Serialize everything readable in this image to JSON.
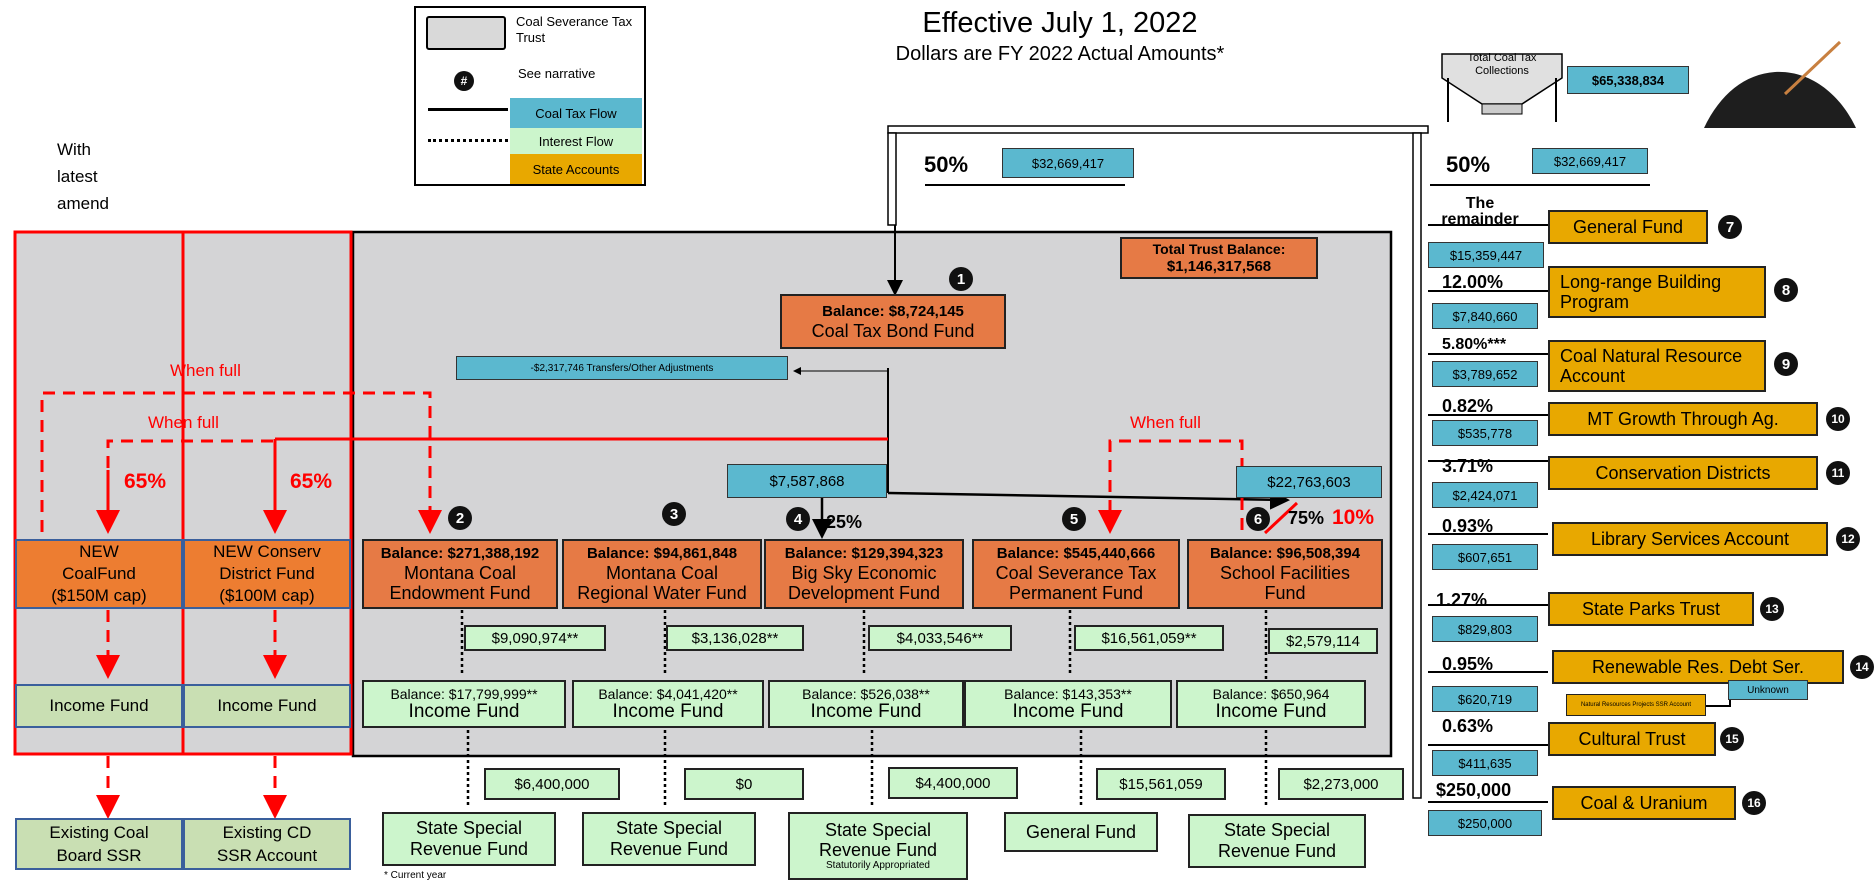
{
  "note": {
    "line1": "With",
    "line2": "latest",
    "line3": "amend"
  },
  "title": {
    "main": "Effective July 1, 2022",
    "sub": "Dollars are FY 2022 Actual Amounts*"
  },
  "legend": {
    "trust": "Coal Severance Tax Trust",
    "see": "See narrative",
    "flow": "Coal Tax Flow",
    "interest": "Interest  Flow",
    "accounts": "State Accounts"
  },
  "collections": {
    "label": "Total Coal Tax Collections",
    "amount": "$65,338,834"
  },
  "left_split": {
    "pct": "50%",
    "amount": "$32,669,417"
  },
  "right_split": {
    "pct": "50%",
    "amount": "$32,669,417"
  },
  "total_trust": {
    "label": "Total Trust Balance:",
    "amount": "$1,146,317,568"
  },
  "bond_fund": {
    "balance": "Balance: $8,724,145",
    "name": "Coal Tax Bond Fund",
    "num": "1"
  },
  "transfers": "-$2,317,746 Transfers/Other Adjustments",
  "when_full": "When full",
  "pct65": "65%",
  "flow_left": "$7,587,868",
  "flow_right": "$22,763,603",
  "pct25": "25%",
  "pct75": "75%",
  "pct10": "10%",
  "new_funds": [
    {
      "l1": "NEW",
      "l2": "CoalFund",
      "l3": "($150M cap)"
    },
    {
      "l1": "NEW Conserv",
      "l2": "District Fund",
      "l3": "($100M cap)"
    }
  ],
  "new_income": [
    "Income Fund",
    "Income Fund"
  ],
  "existing": [
    {
      "l1": "Existing Coal",
      "l2": "Board SSR"
    },
    {
      "l1": "Existing CD",
      "l2": "SSR Account"
    }
  ],
  "trust_funds": [
    {
      "num": "2",
      "balance": "Balance: $271,388,192",
      "l1": "Montana Coal",
      "l2": "Endowment Fund",
      "interest": "$9,090,974**",
      "income_balance": "Balance: $17,799,999**",
      "income": "Income Fund",
      "dist": "$6,400,000",
      "dest1": "State Special",
      "dest2": "Revenue Fund",
      "dest3": ""
    },
    {
      "num": "3",
      "balance": "Balance: $94,861,848",
      "l1": "Montana Coal",
      "l2": "Regional Water Fund",
      "interest": "$3,136,028**",
      "income_balance": "Balance: $4,041,420**",
      "income": "Income Fund",
      "dist": "$0",
      "dest1": "State Special",
      "dest2": "Revenue Fund",
      "dest3": ""
    },
    {
      "num": "4",
      "balance": "Balance: $129,394,323",
      "l1": "Big Sky Economic",
      "l2": "Development Fund",
      "interest": "$4,033,546**",
      "income_balance": "Balance: $526,038**",
      "income": "Income Fund",
      "dist": "$4,400,000",
      "dest1": "State Special",
      "dest2": "Revenue Fund",
      "dest3": "Statutorily Appropriated"
    },
    {
      "num": "5",
      "balance": "Balance: $545,440,666",
      "l1": "Coal Severance Tax",
      "l2": "Permanent Fund",
      "interest": "$16,561,059**",
      "income_balance": "Balance: $143,353**",
      "income": "Income Fund",
      "dist": "$15,561,059",
      "dest1": "General Fund",
      "dest2": "",
      "dest3": ""
    },
    {
      "num": "6",
      "balance": "Balance: $96,508,394",
      "l1": "School Facilities",
      "l2": "Fund",
      "interest": "$2,579,114",
      "income_balance": "Balance: $650,964",
      "income": "Income Fund",
      "dist": "$2,273,000",
      "dest1": "State Special",
      "dest2": "Revenue Fund",
      "dest3": ""
    }
  ],
  "accounts": [
    {
      "pct": "The remainder",
      "name": "General Fund",
      "amount": "$15,359,447",
      "num": "7"
    },
    {
      "pct": "12.00%",
      "name": "Long-range Building Program",
      "amount": "$7,840,660",
      "num": "8"
    },
    {
      "pct": "5.80%***",
      "name": "Coal Natural Resource Account",
      "amount": "$3,789,652",
      "num": "9"
    },
    {
      "pct": "0.82%",
      "name": "MT Growth Through Ag.",
      "amount": "$535,778",
      "num": "10"
    },
    {
      "pct": "3.71%",
      "name": "Conservation Districts",
      "amount": "$2,424,071",
      "num": "11"
    },
    {
      "pct": "0.93%",
      "name": "Library Services Account",
      "amount": "$607,651",
      "num": "12"
    },
    {
      "pct": "1.27%",
      "name": "State Parks Trust",
      "amount": "$829,803",
      "num": "13"
    },
    {
      "pct": "0.95%",
      "name": "Renewable Res. Debt Ser.",
      "amount": "$620,719",
      "num": "14"
    },
    {
      "pct": "0.63%",
      "name": "Cultural Trust",
      "amount": "$411,635",
      "num": "15"
    },
    {
      "pct": "$250,000",
      "name": "Coal & Uranium",
      "amount": "$250,000",
      "num": "16"
    }
  ],
  "renewable_extra": {
    "unknown": "Unknown",
    "ssr": "Natural Resources Projects SSR Account"
  },
  "footnote": "* Current year"
}
